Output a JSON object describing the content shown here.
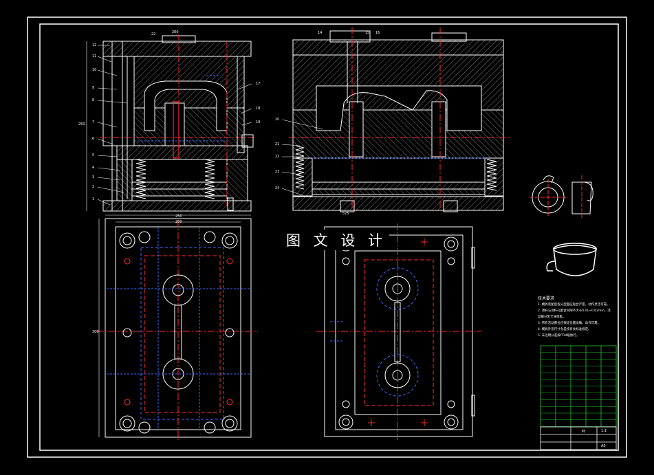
{
  "watermark": "图 文 设 计",
  "colors": {
    "background": "#000000",
    "frame": "#ffffff",
    "body": "#ffffff",
    "hatch": "#bbbbbb",
    "center": "#ff2a2a",
    "hidden": "#3a6cff",
    "spring": "#ffffff",
    "table": "#22cc33",
    "cyan": "#00e0ff"
  },
  "dimensions": {
    "top_left_width": "200",
    "bottom_left_width_outer": "250",
    "bottom_left_width_inner": "200",
    "bottom_left_height": "300",
    "top_left_height": "250",
    "top_right_base": "575"
  },
  "part_numbers_left": [
    "12",
    "11",
    "10",
    "9",
    "8",
    "7",
    "6",
    "5",
    "4",
    "3",
    "2",
    "1"
  ],
  "part_numbers_top": [
    "22",
    "14",
    "15",
    "16"
  ],
  "part_numbers_right": [
    "17",
    "18",
    "19",
    "20",
    "21",
    "22",
    "23",
    "24"
  ],
  "notes": {
    "title": "技术要求",
    "lines": [
      "1. 模具装配后各分型面应贴合严密，动作灵活可靠。",
      "2. 顶杆与顶杆孔配合间隙不大于0.01~0.02mm，活",
      "   动部分无卡滞现象。",
      "3. 所有活动部位应保证位置准确，动作可靠。",
      "4. 模具外形尺寸允差按有关标准规定。",
      "5. 未注明公差按IT14级执行。"
    ]
  },
  "title_block": {
    "name_cell": "杯",
    "scale_cell": "1:1",
    "sheet_cell": "A0"
  }
}
